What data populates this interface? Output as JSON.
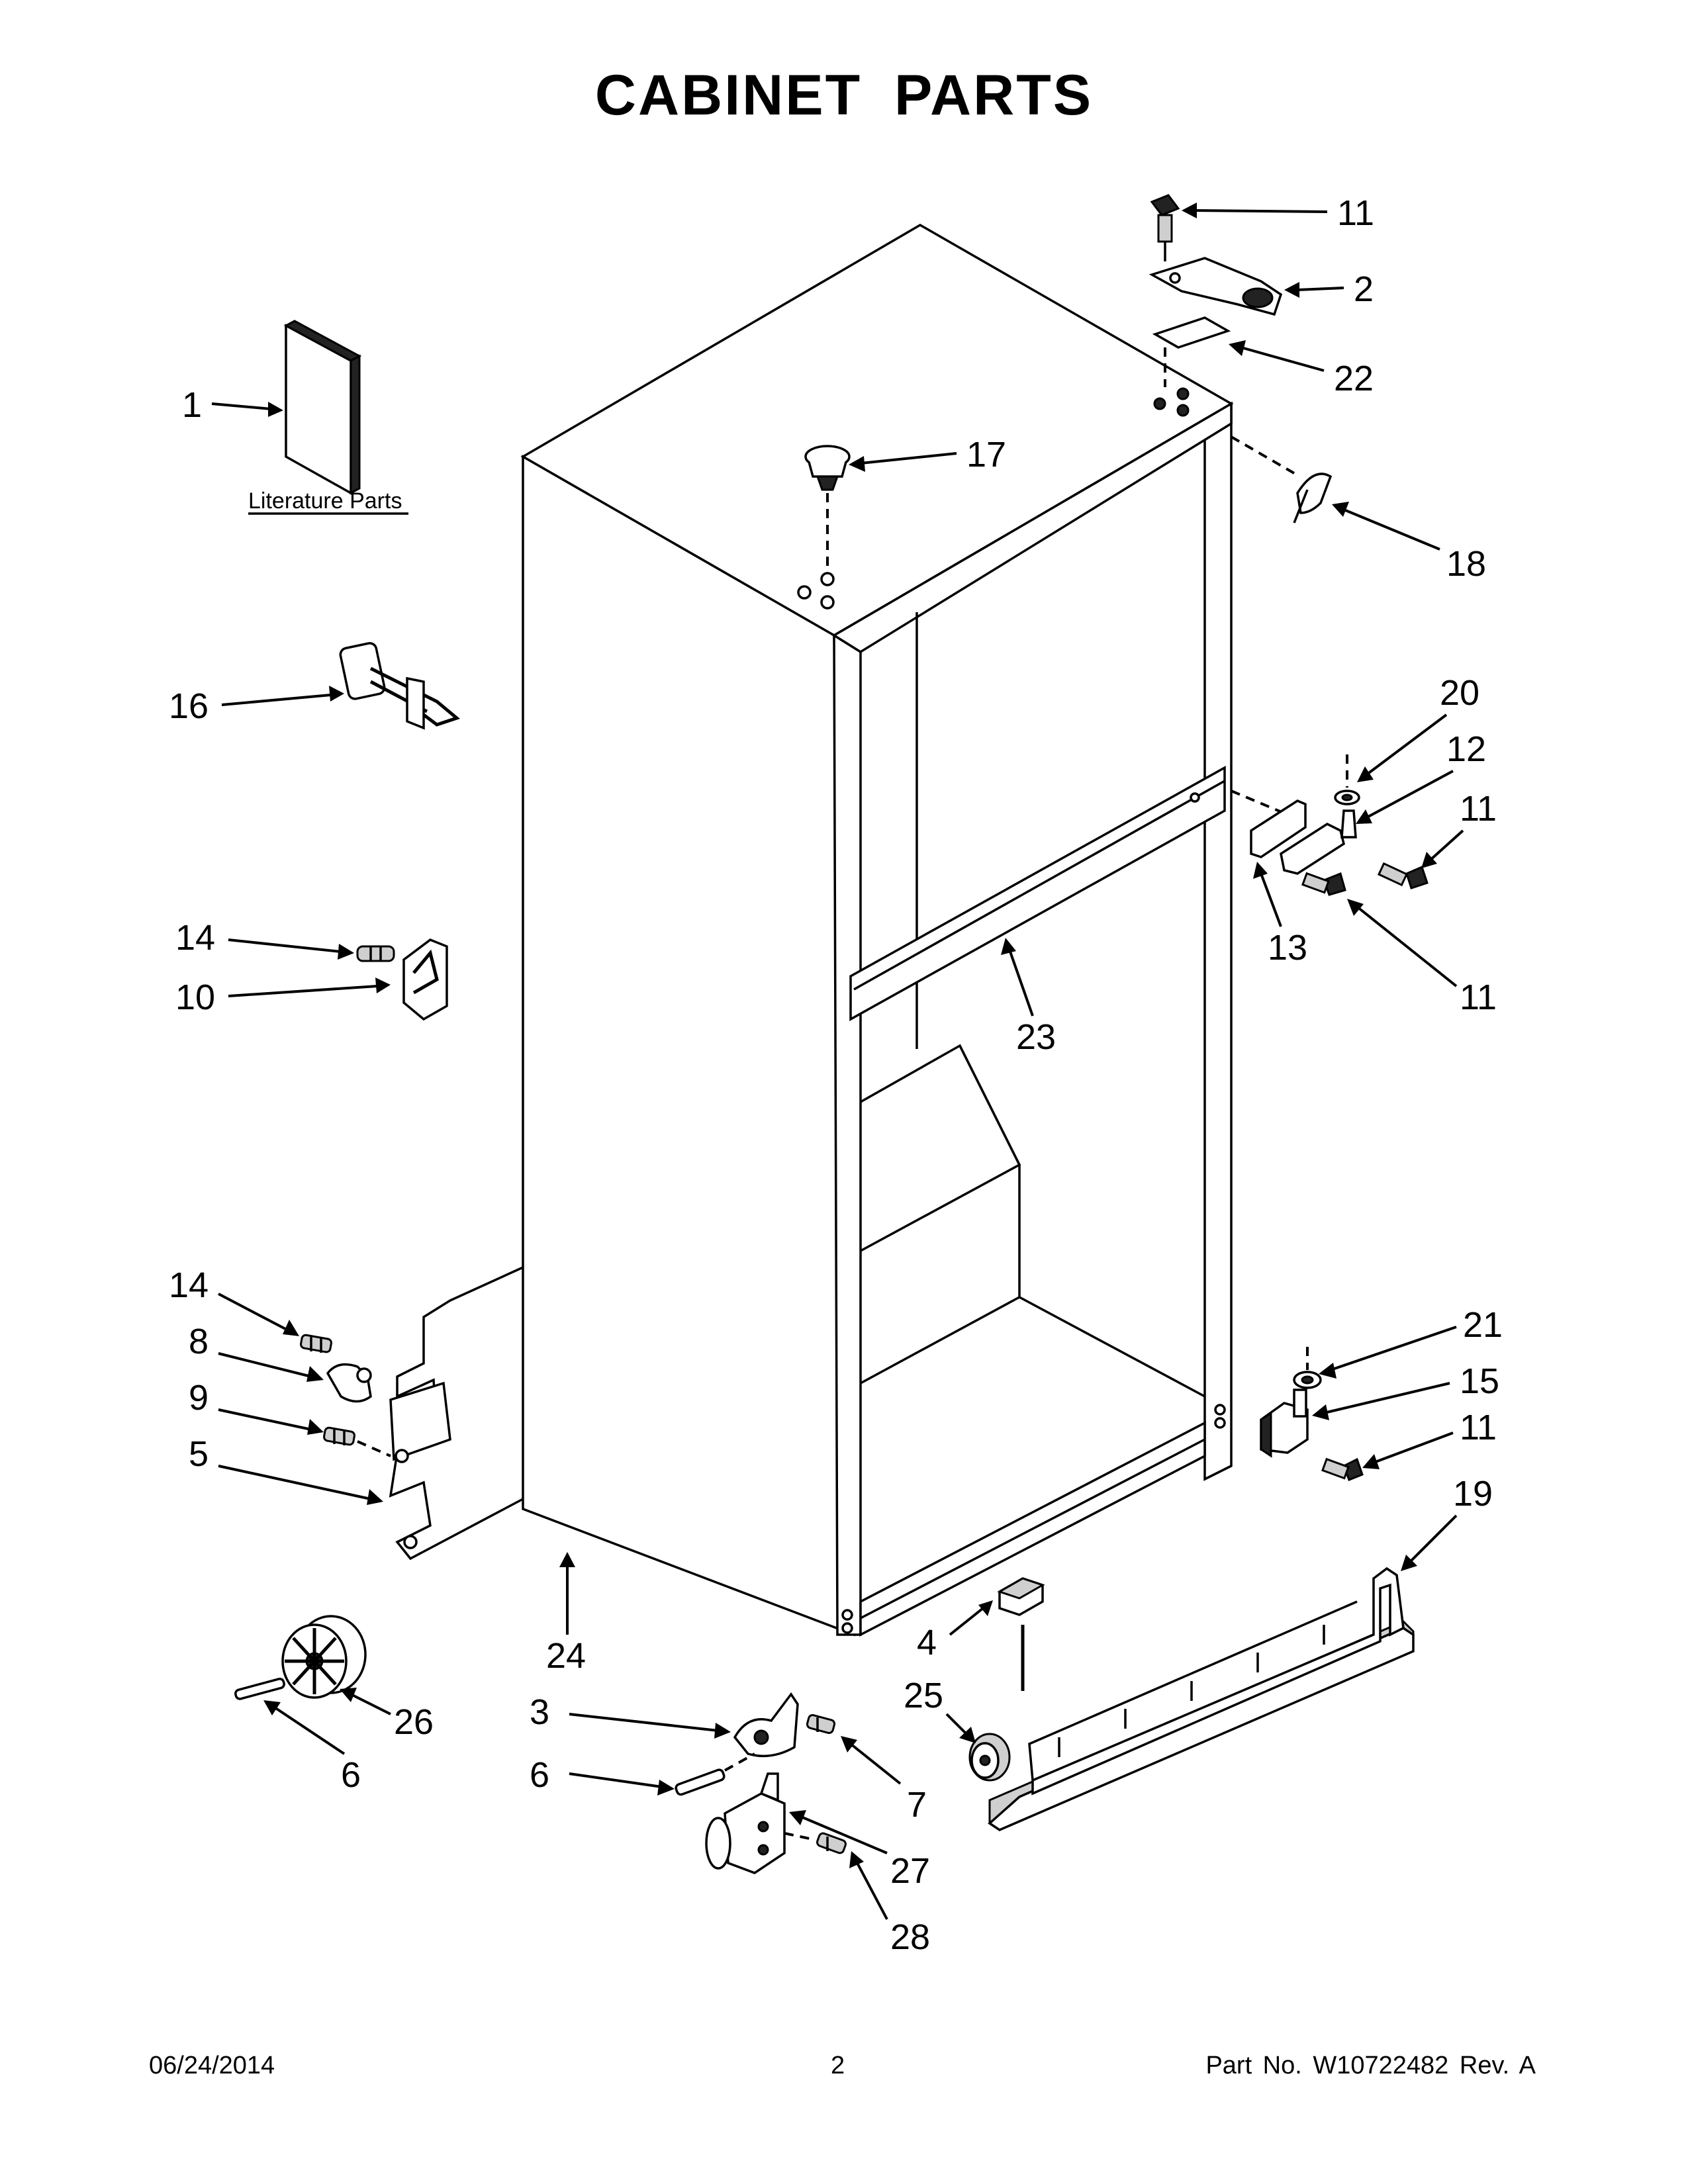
{
  "title": "CABINET PARTS",
  "literature_label": "Literature Parts",
  "callouts": {
    "c1": "1",
    "c2": "2",
    "c3": "3",
    "c4": "4",
    "c5": "5",
    "c6a": "6",
    "c6b": "6",
    "c7": "7",
    "c8": "8",
    "c9": "9",
    "c10": "10",
    "c11a": "11",
    "c11b": "11",
    "c11c": "11",
    "c11d": "11",
    "c12": "12",
    "c13": "13",
    "c14a": "14",
    "c14b": "14",
    "c15": "15",
    "c16": "16",
    "c17": "17",
    "c18": "18",
    "c19": "19",
    "c20": "20",
    "c21": "21",
    "c22": "22",
    "c23": "23",
    "c24": "24",
    "c25": "25",
    "c26": "26",
    "c27": "27",
    "c28": "28"
  },
  "footer": {
    "date": "06/24/2014",
    "page": "2",
    "part": "Part No.  W10722482  Rev.  A"
  }
}
